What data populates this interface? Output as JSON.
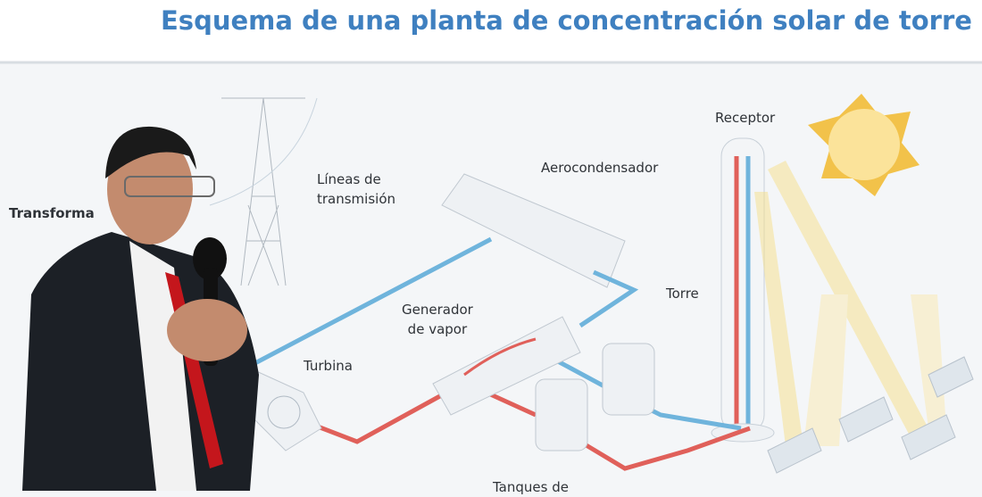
{
  "slide": {
    "title": "Esquema de una planta de concentración solar de torre",
    "labels": {
      "transformador": "Transforma",
      "lineas": "Líneas de\ntransmisión",
      "aerocondensador": "Aerocondensador",
      "receptor": "Receptor",
      "torre": "Torre",
      "generador": "Generador\nde vapor",
      "turbina": "Turbina",
      "tanques": "Tanques de"
    },
    "colors": {
      "title": "#3f80c0",
      "hot_pipe": "#e0605a",
      "cold_pipe": "#6fb4dc",
      "sun": "#f2c24a"
    }
  }
}
